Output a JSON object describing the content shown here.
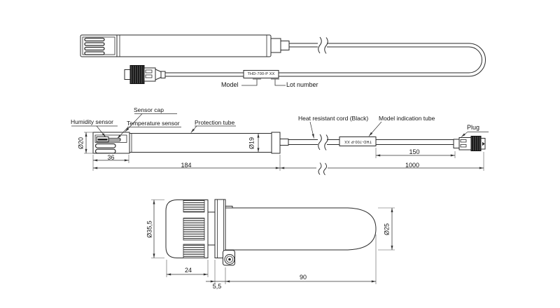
{
  "drawing": {
    "top_view": {
      "label_box": "THD-700-P XX",
      "model": "Model",
      "lot_number": "Lot number"
    },
    "middle_view": {
      "humidity_sensor": "Humidity sensor",
      "sensor_cap": "Sensor cap",
      "temperature_sensor": "Temperature sensor",
      "protection_tube": "Protection tube",
      "heat_resistant_cord": "Heat resistant cord (Black)",
      "model_indication_tube": "Model indication tube",
      "plug": "Plug",
      "tube_marking": "THD-700-P XX",
      "dims": {
        "cap_diameter": "Ø20",
        "cap_length": "36",
        "tube_length": "184",
        "tube_diameter": "Ø19",
        "marking_tube_length": "150",
        "cord_length": "1000"
      }
    },
    "bottom_view": {
      "dims": {
        "body_diameter": "Ø35,5",
        "knurl_length": "24",
        "flange_thickness": "5,5",
        "barrel_length": "90",
        "barrel_diameter": "Ø25"
      }
    }
  }
}
